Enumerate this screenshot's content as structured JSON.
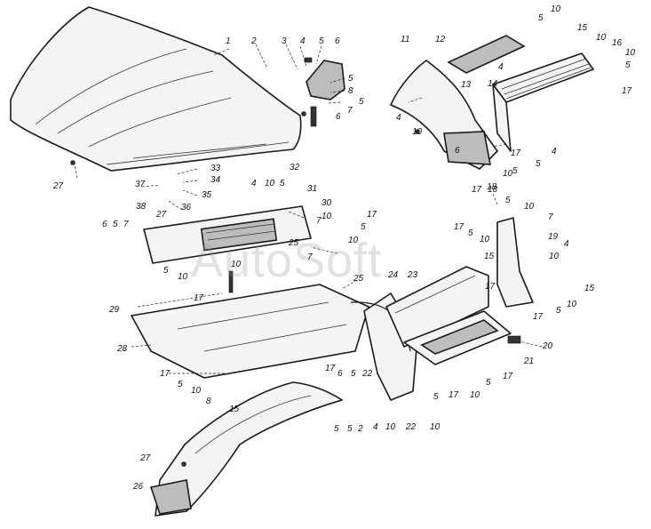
{
  "watermark": "AutoSoft",
  "callouts": [
    "1",
    "2",
    "3",
    "4",
    "5",
    "6",
    "5",
    "8",
    "5",
    "7",
    "6",
    "27",
    "33",
    "34",
    "35",
    "36",
    "37",
    "32",
    "31",
    "30",
    "10",
    "4",
    "10",
    "5",
    "7",
    "38",
    "6",
    "5",
    "7",
    "27",
    "17",
    "5",
    "10",
    "25",
    "7",
    "10",
    "5",
    "10",
    "17",
    "29",
    "28",
    "25",
    "24",
    "23",
    "17",
    "5",
    "10",
    "15",
    "18",
    "5",
    "7",
    "10",
    "19",
    "4",
    "10",
    "15",
    "5",
    "10",
    "17",
    "17",
    "20",
    "21",
    "17",
    "5",
    "10",
    "17",
    "5",
    "17",
    "22",
    "5",
    "6",
    "4",
    "10",
    "22",
    "10",
    "2",
    "5",
    "5",
    "17",
    "8",
    "15",
    "10",
    "5",
    "27",
    "26",
    "11",
    "12",
    "10",
    "5",
    "4",
    "15",
    "10",
    "16",
    "10",
    "5",
    "17",
    "14",
    "13",
    "4",
    "10",
    "18",
    "17",
    "5",
    "4",
    "10",
    "17",
    "6",
    "5"
  ]
}
